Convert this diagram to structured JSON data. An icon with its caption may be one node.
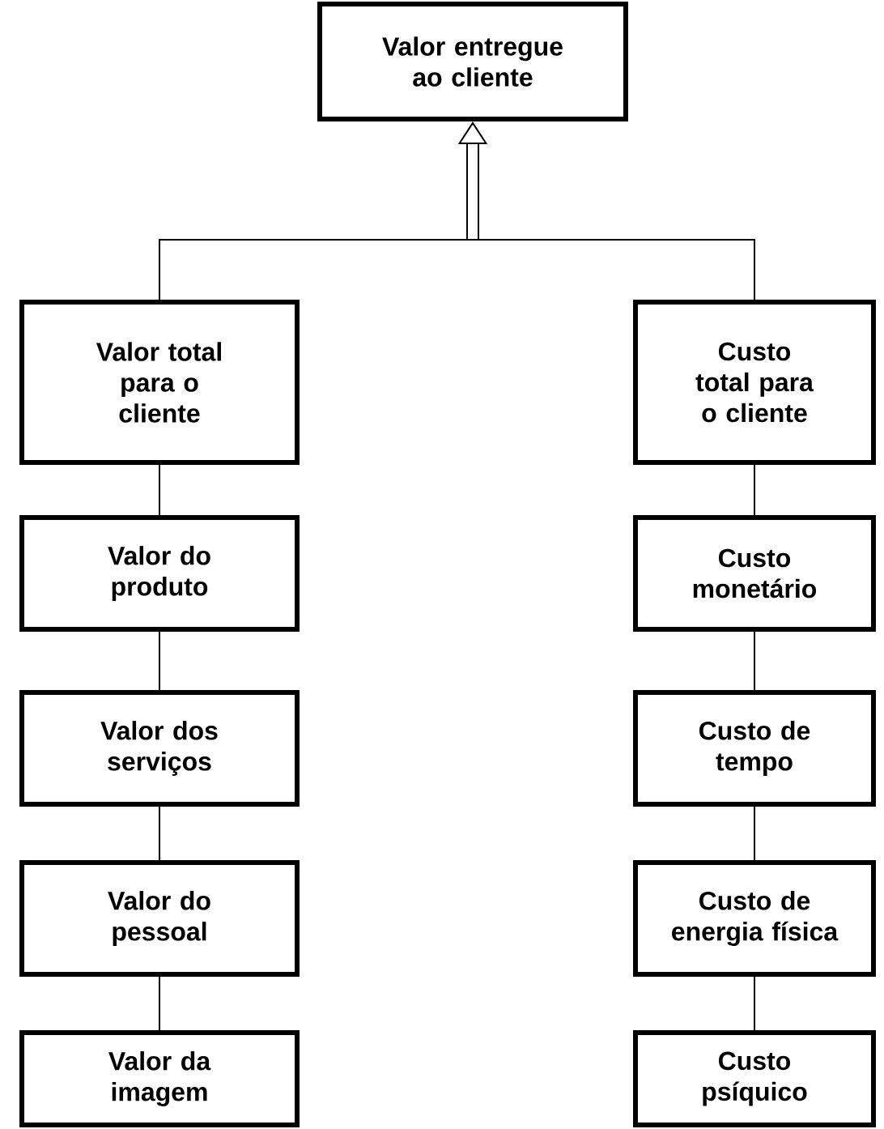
{
  "diagram": {
    "nodes": [
      {
        "text": [
          "Valor entregue ao cliente"
        ]
      },
      {
        "text": [
          "Valor total para o cliente"
        ]
      },
      {
        "text": [
          "Valor do produto"
        ]
      },
      {
        "text": [
          "Valor dos serviços"
        ]
      },
      {
        "text": [
          "Valor do pessoal"
        ]
      },
      {
        "text": [
          "Valor da imagem"
        ]
      },
      {
        "text": [
          "Custo total para o cliente"
        ]
      },
      {
        "text": [
          "Custo monetário"
        ]
      },
      {
        "text": [
          "Custo de tempo"
        ]
      },
      {
        "text": [
          "Custo de energia física"
        ]
      },
      {
        "text": [
          "Custo psíquico"
        ]
      }
    ],
    "edges": [
      {
        "from": 1,
        "to": 0,
        "arrow": "to"
      },
      {
        "from": 6,
        "to": 0,
        "arrow": "to"
      },
      {
        "from": 1,
        "to": 2,
        "arrow": "none"
      },
      {
        "from": 2,
        "to": 3,
        "arrow": "none"
      },
      {
        "from": 3,
        "to": 4,
        "arrow": "none"
      },
      {
        "from": 4,
        "to": 5,
        "arrow": "none"
      },
      {
        "from": 6,
        "to": 7,
        "arrow": "none"
      },
      {
        "from": 7,
        "to": 8,
        "arrow": "none"
      },
      {
        "from": 8,
        "to": 9,
        "arrow": "none"
      },
      {
        "from": 9,
        "to": 10,
        "arrow": "none"
      }
    ]
  }
}
